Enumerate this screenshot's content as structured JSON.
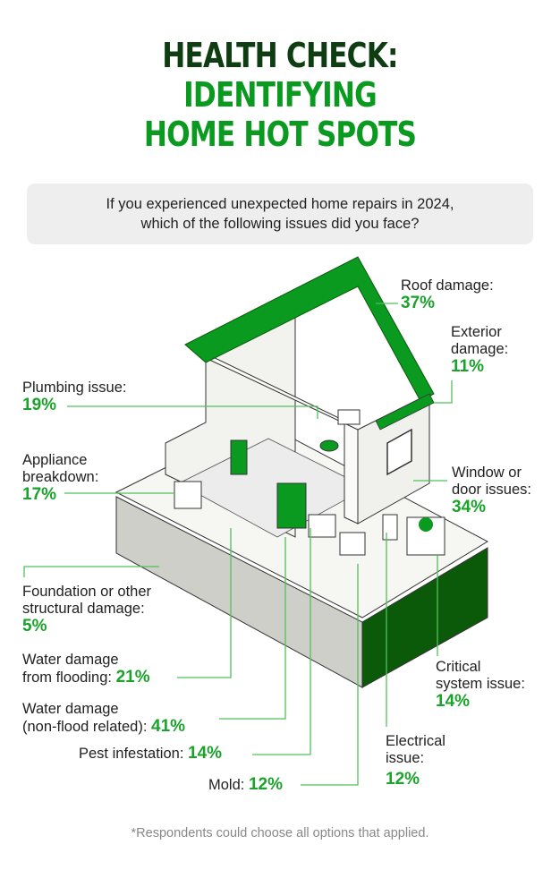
{
  "title": {
    "line1": "HEALTH CHECK:",
    "line2": "IDENTIFYING",
    "line3": "HOME HOT SPOTS"
  },
  "question": {
    "line1": "If you experienced unexpected home repairs in 2024,",
    "line2": "which of the following issues did you face?"
  },
  "colors": {
    "dark_green": "#0f3d12",
    "bright_green": "#0a9a1f",
    "accent": "#1aa32a",
    "deep_green": "#0a5a0a",
    "panel": "#eeeeee"
  },
  "issues": {
    "roof": {
      "label": "Roof damage:",
      "value": "37%"
    },
    "exterior": {
      "label1": "Exterior",
      "label2": "damage:",
      "value": "11%"
    },
    "plumbing": {
      "label": "Plumbing issue:",
      "value": "19%"
    },
    "appliance": {
      "label1": "Appliance",
      "label2": "breakdown:",
      "value": "17%"
    },
    "window": {
      "label1": "Window or",
      "label2": "door issues:",
      "value": "34%"
    },
    "foundation": {
      "label1": "Foundation or other",
      "label2": "structural damage:",
      "value": "5%"
    },
    "flooding": {
      "label1": "Water damage",
      "label2": "from flooding:",
      "value": "21%"
    },
    "nonflood": {
      "label1": "Water damage",
      "label2": "(non-flood related):",
      "value": "41%"
    },
    "pest": {
      "label": "Pest infestation:",
      "value": "14%"
    },
    "mold": {
      "label": "Mold:",
      "value": "12%"
    },
    "electrical": {
      "label1": "Electrical",
      "label2": "issue:",
      "value": "12%"
    },
    "critical": {
      "label1": "Critical",
      "label2": "system issue:",
      "value": "14%"
    }
  },
  "footnote": "*Respondents could choose all options that applied."
}
